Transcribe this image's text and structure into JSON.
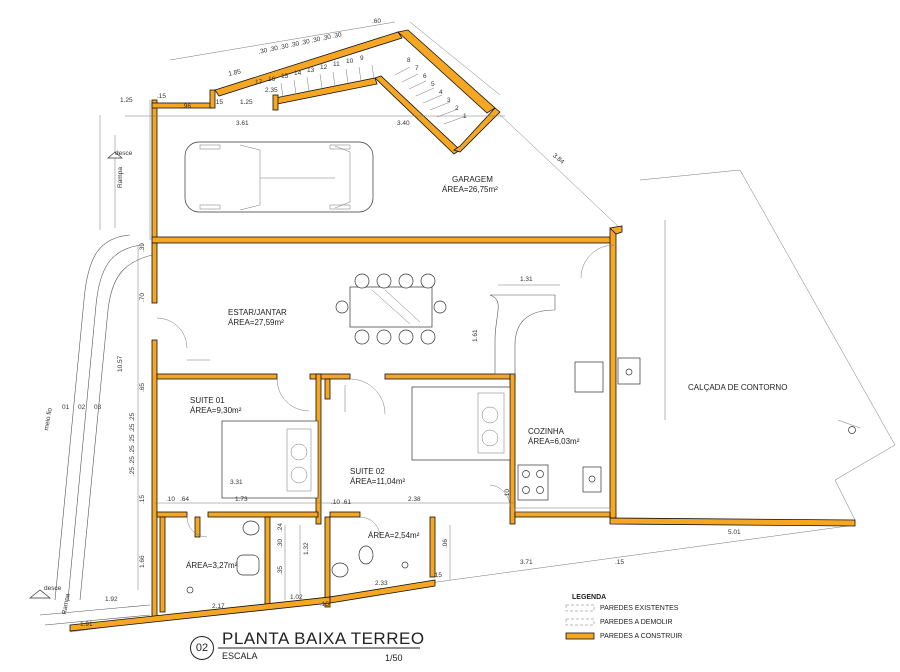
{
  "drawing": {
    "number": "02",
    "title": "PLANTA BAIXA TERREO",
    "scale_label": "ESCALA",
    "scale_value": "1/50"
  },
  "rooms": {
    "garagem": {
      "name": "GARAGEM",
      "area": "ÁREA=26,75m²"
    },
    "estar": {
      "name": "ESTAR/JANTAR",
      "area": "ÁREA=27,59m²"
    },
    "suite1": {
      "name": "SUITE 01",
      "area": "ÁREA=9,30m²"
    },
    "suite2": {
      "name": "SUITE 02",
      "area": "ÁREA=11,04m²"
    },
    "cozinha": {
      "name": "COZINHA",
      "area": "ÁREA=6,03m²"
    },
    "wc1": {
      "area": "ÁREA=3,27m²"
    },
    "wc2": {
      "area": "ÁREA=2,54m²"
    },
    "calcada": {
      "name": "CALÇADA DE CONTORNO"
    }
  },
  "labels": {
    "desce_top": "desce",
    "rampa_top": "Rampa",
    "desce_bottom": "desce",
    "rampa_bottom": "Rampa",
    "meio_fio": "meio fio",
    "meio_fio_marks": [
      "01",
      "02",
      "03"
    ]
  },
  "stairs": [
    "17",
    "16",
    "15",
    "14",
    "13",
    "12",
    "11",
    "10",
    "9",
    "8",
    "7",
    "6",
    "5",
    "4",
    "3",
    "2",
    "1"
  ],
  "dimensions": {
    "d_125": "1.25",
    "d_15a": ".15",
    "d_96": ".96",
    "d_15b": ".15",
    "d_125b": "1.25",
    "d_361": "3.61",
    "d_340": "3.40",
    "d_185": "1.85",
    "d_235": "2.35",
    "d_30s": ".30 .30 .30 .30 .30 .30 .30 .30",
    "d_60": ".60",
    "d_384": "3.84",
    "d_131": "1.31",
    "d_161": "1.61",
    "d_39": ".39",
    "d_70": ".70",
    "d_1057": "10.57",
    "d_65": ".65",
    "d_25s": ".25 .25 .25 .25 .25 .25",
    "d_15c": ".15",
    "d_331": "3.31",
    "d_10a": ".10",
    "d_64": ".64",
    "d_173": "1.73",
    "d_10b": ".10",
    "d_61": ".61",
    "d_238": "2.38",
    "d_10c": ".10",
    "d_30": ".30",
    "d_24": ".24",
    "d_132": "1.32",
    "d_35": ".35",
    "d_166": "1.66",
    "d_192": "1.92",
    "d_217": "2.17",
    "d_102": "1.02",
    "d_233": "2.33",
    "d_15d": ".15",
    "d_371": "3.71",
    "d_15e": ".15",
    "d_501": "5.01",
    "d_191": "1.91",
    "d_15f": ".15",
    "d_06": ".06"
  },
  "legend": {
    "title": "LEGENDA",
    "items": [
      "PAREDES EXISTENTES",
      "PAREDES A DEMOLIR",
      "PAREDES A CONSTRUIR"
    ]
  },
  "colors": {
    "wall_fill": "#f5a623",
    "wall_stroke": "#111111",
    "line": "#444444"
  }
}
